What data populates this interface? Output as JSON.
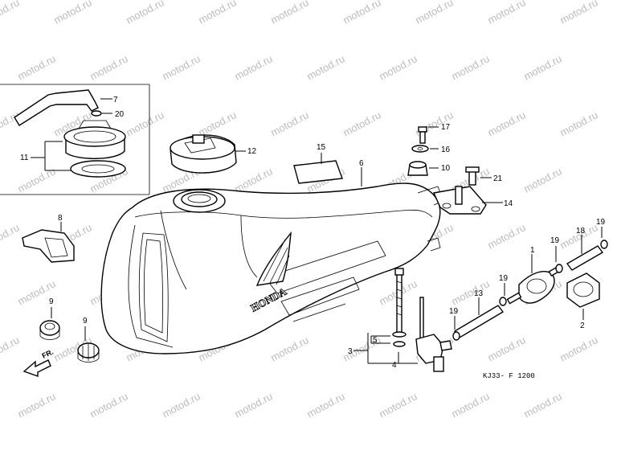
{
  "watermark": "motod.ru",
  "diagram_code": "KJ33- F 1200",
  "front_indicator": "FR.",
  "brand_emblem": "HONDA",
  "callouts": {
    "c1": "1",
    "c2": "2",
    "c3": "3",
    "c4": "4",
    "c5": "5",
    "c6": "6",
    "c7": "7",
    "c8": "8",
    "c9a": "9",
    "c9b": "9",
    "c10": "10",
    "c11": "11",
    "c12": "12",
    "c13": "13",
    "c14": "14",
    "c15": "15",
    "c16": "16",
    "c17": "17",
    "c18": "18",
    "c19a": "19",
    "c19b": "19",
    "c19c": "19",
    "c19d": "19",
    "c20": "20",
    "c21": "21"
  }
}
